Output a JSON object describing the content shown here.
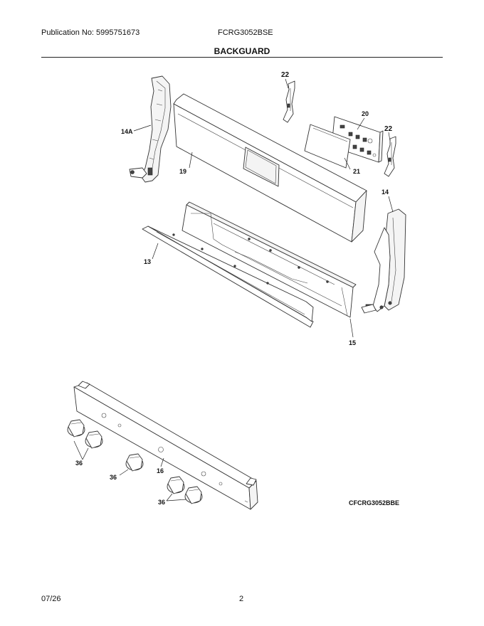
{
  "header": {
    "publication": "Publication No: 5995751673",
    "model": "FCRG3052BSE",
    "title": "BACKGUARD"
  },
  "callouts": {
    "c22a": "22",
    "c20": "20",
    "c22b": "22",
    "c14a": "14A",
    "c19": "19",
    "c21": "21",
    "c14": "14",
    "c13": "13",
    "c15": "15",
    "c36a": "36",
    "c36b": "36",
    "c16": "16",
    "c36c": "36"
  },
  "diagram_code": "CFCRG3052BBE",
  "footer": {
    "date": "07/26",
    "page": "2"
  }
}
